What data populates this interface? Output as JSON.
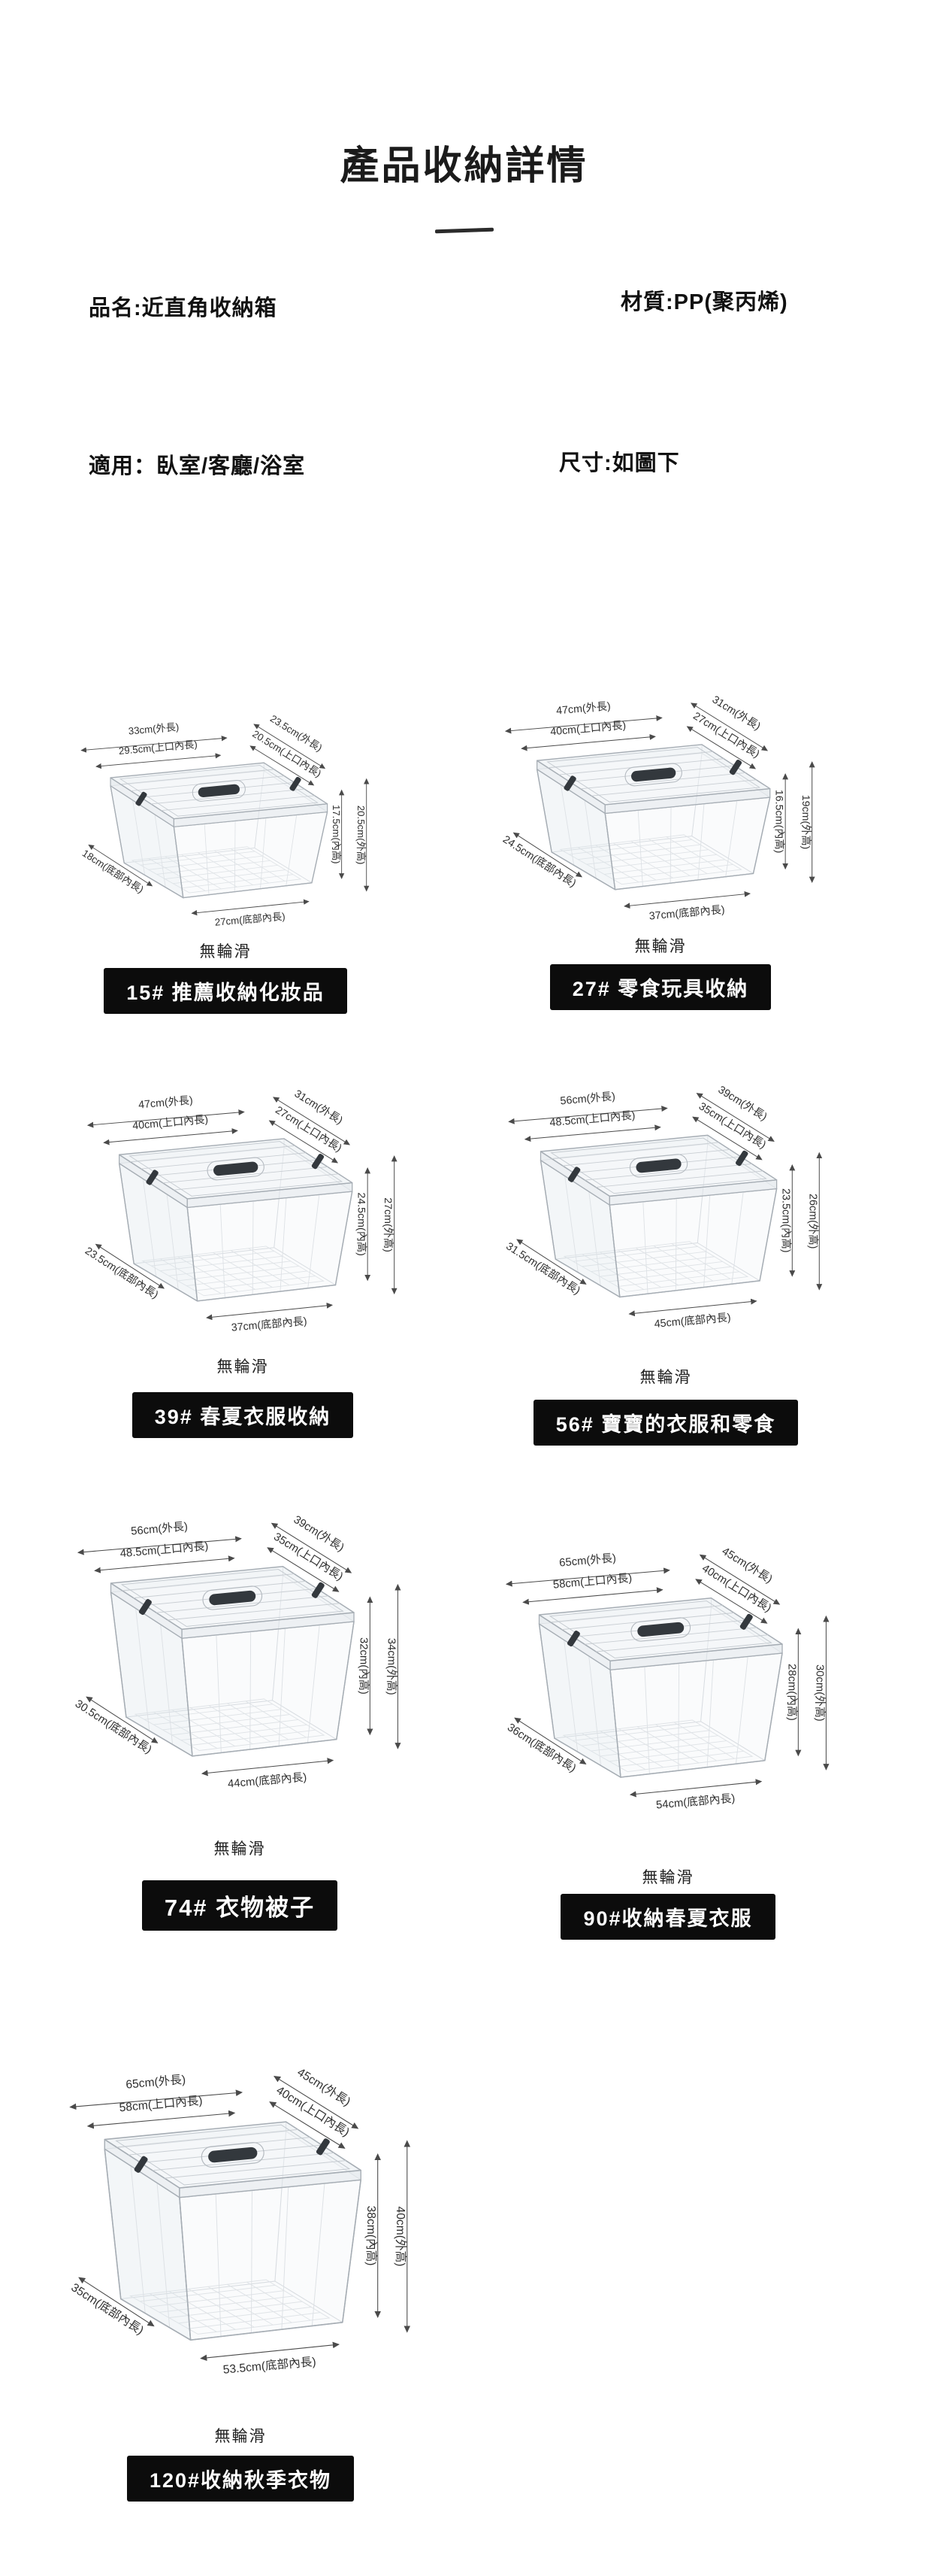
{
  "page_title": "產品收納詳情",
  "info": {
    "name": "品名:近直角收納箱",
    "material": "材質:PP(聚丙烯)",
    "usage": "適用：臥室/客廳/浴室",
    "size": "尺寸:如圖下"
  },
  "no_wheels": "無輪滑",
  "colors": {
    "badge_bg": "#0c0c0c",
    "text": "#111111",
    "accent_dark": "#2b2b2b"
  },
  "products": [
    {
      "badge": "15# 推薦收納化妝品",
      "dims": {
        "outer_length": "33cm(外長)",
        "top_inner_length": "29.5cm(上口內長)",
        "outer_width": "23.5cm(外長)",
        "top_inner_width": "20.5cm(上口內長)",
        "inner_height": "17.5cm(內高)",
        "outer_height": "20.5cm(外高)",
        "bottom_inner_width": "18cm(底部內長)",
        "bottom_inner_length": "27cm(底部內長)"
      }
    },
    {
      "badge": "27# 零食玩具收納",
      "dims": {
        "outer_length": "47cm(外長)",
        "top_inner_length": "40cm(上口內長)",
        "outer_width": "31cm(外長)",
        "top_inner_width": "27cm(上口內長)",
        "inner_height": "16.5cm(內高)",
        "outer_height": "19cm(外高)",
        "bottom_inner_width": "24.5cm(底部內長)",
        "bottom_inner_length": "37cm(底部內長)"
      }
    },
    {
      "badge": "39# 春夏衣服收納",
      "dims": {
        "outer_length": "47cm(外長)",
        "top_inner_length": "40cm(上口內長)",
        "outer_width": "31cm(外長)",
        "top_inner_width": "27cm(上口內長)",
        "inner_height": "24.5cm(內高)",
        "outer_height": "27cm(外高)",
        "bottom_inner_width": "23.5cm(底部內長)",
        "bottom_inner_length": "37cm(底部內長)"
      }
    },
    {
      "badge": "56# 寶寶的衣服和零食",
      "dims": {
        "outer_length": "56cm(外長)",
        "top_inner_length": "48.5cm(上口內長)",
        "outer_width": "39cm(外長)",
        "top_inner_width": "35cm(上口內長)",
        "inner_height": "23.5cm(內高)",
        "outer_height": "26cm(外高)",
        "bottom_inner_width": "31.5cm(底部內長)",
        "bottom_inner_length": "45cm(底部內長)"
      }
    },
    {
      "badge": "74#  衣物被子",
      "dims": {
        "outer_length": "56cm(外長)",
        "top_inner_length": "48.5cm(上口內長)",
        "outer_width": "39cm(外長)",
        "top_inner_width": "35cm(上口內長)",
        "inner_height": "32cm(內高)",
        "outer_height": "34cm(外高)",
        "bottom_inner_width": "30.5cm(底部內長)",
        "bottom_inner_length": "44cm(底部內長)"
      }
    },
    {
      "badge": "90#收納春夏衣服",
      "dims": {
        "outer_length": "65cm(外長)",
        "top_inner_length": "58cm(上口內長)",
        "outer_width": "45cm(外長)",
        "top_inner_width": "40cm(上口內長)",
        "inner_height": "28cm(內高)",
        "outer_height": "30cm(外高)",
        "bottom_inner_width": "36cm(底部內長)",
        "bottom_inner_length": "54cm(底部內長)"
      }
    },
    {
      "badge": "120#收納秋季衣物",
      "dims": {
        "outer_length": "65cm(外長)",
        "top_inner_length": "58cm(上口內長)",
        "outer_width": "45cm(外長)",
        "top_inner_width": "40cm(上口內長)",
        "inner_height": "38cm(內高)",
        "outer_height": "40cm(外高)",
        "bottom_inner_width": "35cm(底部內長)",
        "bottom_inner_length": "53.5cm(底部內長)"
      }
    }
  ]
}
